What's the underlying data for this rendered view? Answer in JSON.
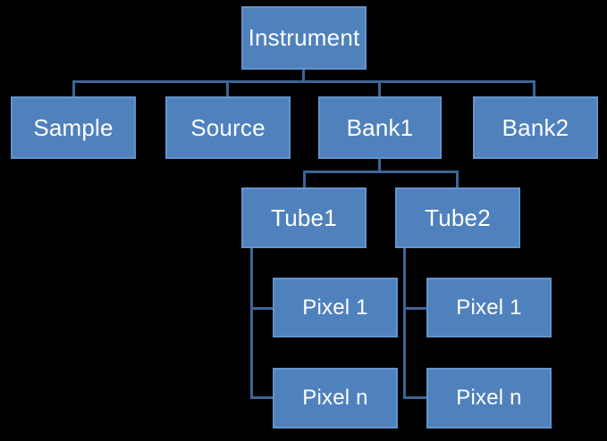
{
  "diagram": {
    "type": "hierarchy-tree",
    "background": "#000000",
    "root": "Instrument"
  },
  "colors": {
    "background": "#000000",
    "box_fill": "#4f81bd",
    "box_border": "#6493cc",
    "connector_line": "#3f6497",
    "text": "#ffffff"
  },
  "nodes": [
    {
      "id": "instrument",
      "label": "Instrument",
      "level": 1
    },
    {
      "id": "sample",
      "label": "Sample",
      "level": 2
    },
    {
      "id": "source",
      "label": "Source",
      "level": 2
    },
    {
      "id": "bank1",
      "label": "Bank1",
      "level": 2
    },
    {
      "id": "bank2",
      "label": "Bank2",
      "level": 2
    },
    {
      "id": "tube1",
      "label": "Tube1",
      "level": 3
    },
    {
      "id": "tube2",
      "label": "Tube2",
      "level": 3
    },
    {
      "id": "pixel1-t1",
      "label": "Pixel 1",
      "level": 4
    },
    {
      "id": "pixeln-t1",
      "label": "Pixel n",
      "level": 4
    },
    {
      "id": "pixel1-t2",
      "label": "Pixel 1",
      "level": 4
    },
    {
      "id": "pixeln-t2",
      "label": "Pixel n",
      "level": 4
    }
  ],
  "edges": [
    {
      "from": "Instrument",
      "to": "Sample"
    },
    {
      "from": "Instrument",
      "to": "Source"
    },
    {
      "from": "Instrument",
      "to": "Bank1"
    },
    {
      "from": "Instrument",
      "to": "Bank2"
    },
    {
      "from": "Bank1",
      "to": "Tube1"
    },
    {
      "from": "Bank1",
      "to": "Tube2"
    },
    {
      "from": "Tube1",
      "to": "Pixel 1"
    },
    {
      "from": "Tube1",
      "to": "Pixel n"
    },
    {
      "from": "Tube2",
      "to": "Pixel 1"
    },
    {
      "from": "Tube2",
      "to": "Pixel n"
    }
  ]
}
